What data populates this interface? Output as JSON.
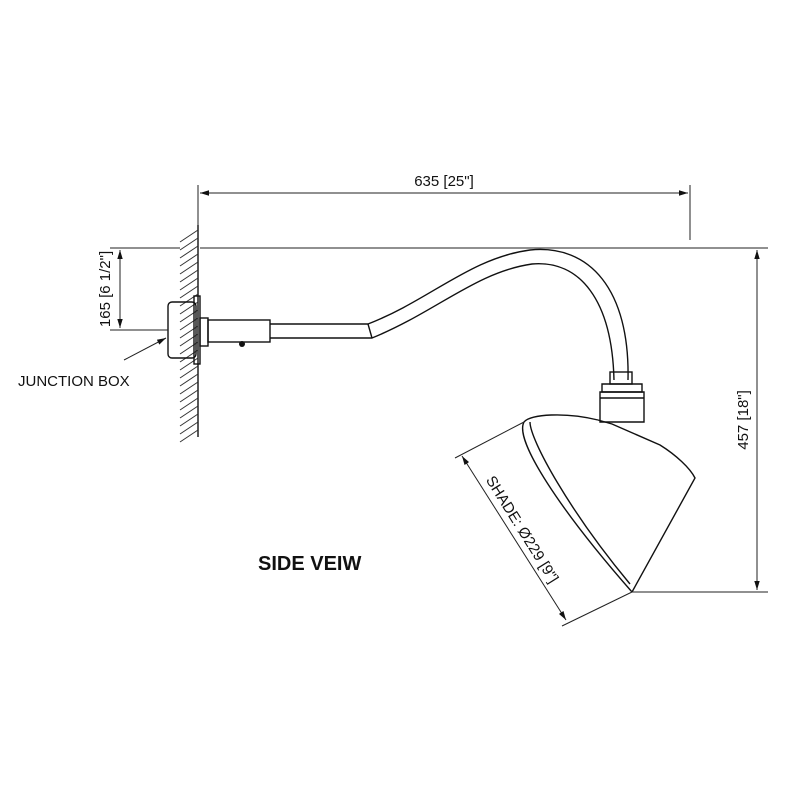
{
  "drawing": {
    "view_title": "SIDE VEIW",
    "dimensions": {
      "overall_width": "635 [25\"]",
      "overall_height": "457 [18\"]",
      "mount_height": "165 [6 1/2\"]",
      "shade_diameter": "SHADE: Ø229 [9\"]"
    },
    "callouts": {
      "junction_box": "JUNCTION BOX"
    },
    "line_color": "#111111"
  }
}
